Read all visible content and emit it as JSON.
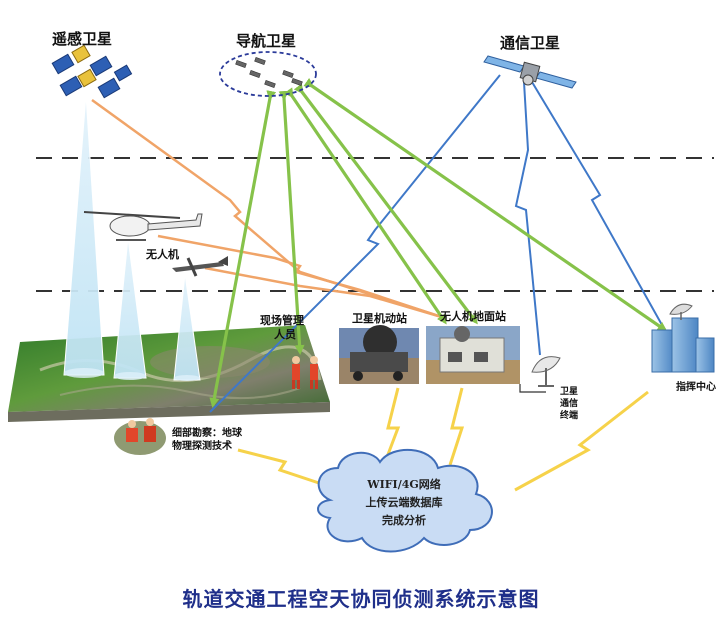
{
  "satellites": {
    "remote_sensing": "遥感卫星",
    "navigation": "导航卫星",
    "communication": "通信卫星"
  },
  "aircraft": {
    "uav": "无人机"
  },
  "ground": {
    "field_staff_line1": "现场管理",
    "field_staff_line2": "人员",
    "satellite_vehicle": "卫星机动站",
    "uav_ground_station": "无人机地面站",
    "sat_terminal_line1": "卫星",
    "sat_terminal_line2": "通信",
    "sat_terminal_line3": "终端",
    "command_center": "指挥中心",
    "survey_line1": "细部勘察：地球",
    "survey_line2": "物理探测技术"
  },
  "cloud": {
    "line1": "WIFI/4G网络",
    "line2": "上传云端数据库",
    "line3": "完成分析"
  },
  "caption": "轨道交通工程空天协同侦测系统示意图",
  "colors": {
    "orange_link": "#f0a468",
    "green_link": "#86c24a",
    "blue_link": "#3f78c8",
    "yellow_link": "#f6d24a",
    "cloud_fill": "#c9dcf4",
    "caption": "#1f2f8a"
  }
}
